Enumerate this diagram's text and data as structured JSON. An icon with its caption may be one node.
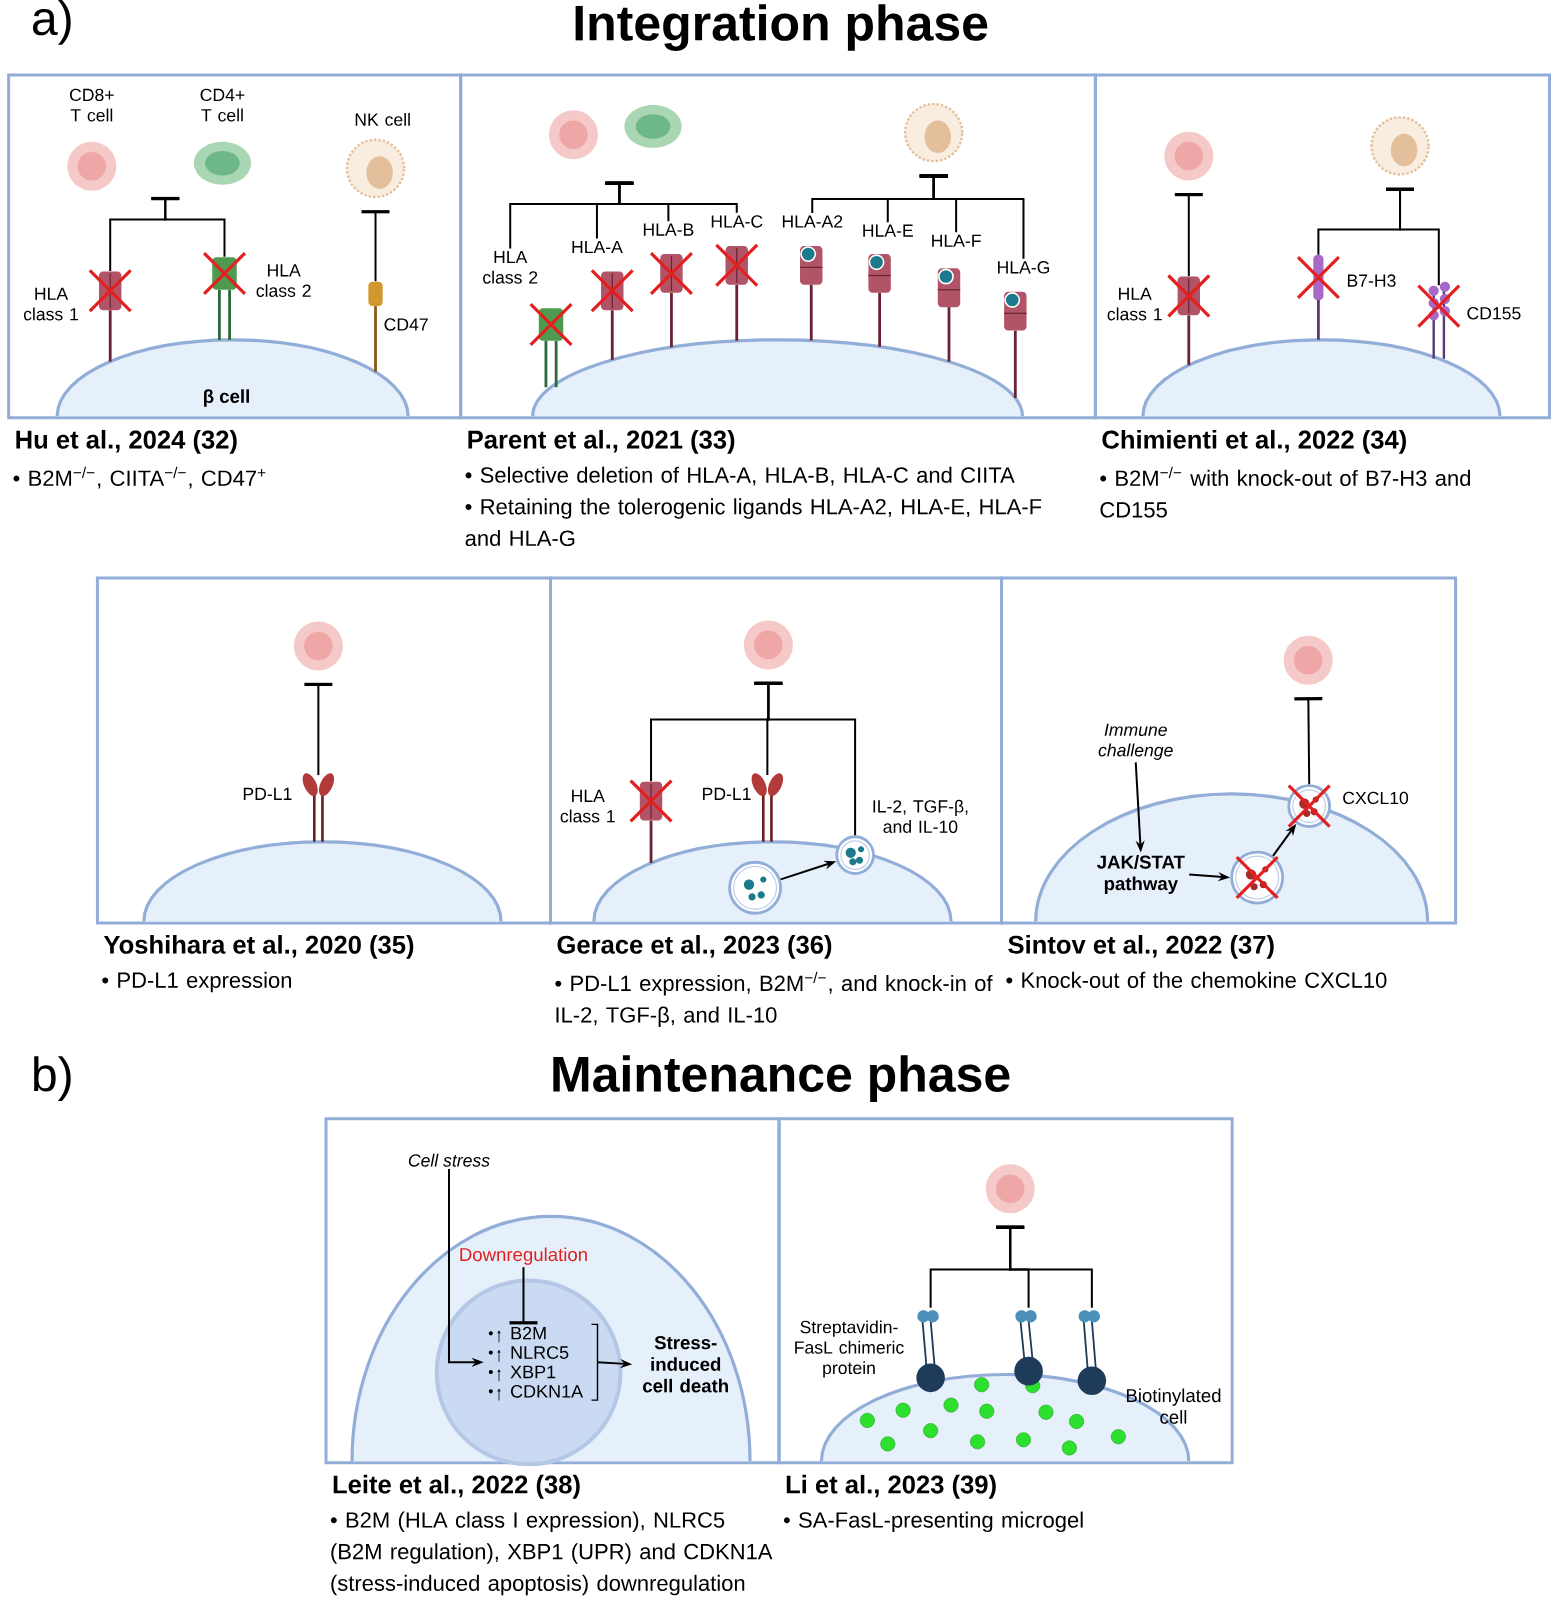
{
  "diagram": {
    "title": "Integration phase",
    "nodes": [
      {
        "text": [
          "Hu et al., 2024 (32)",
          "• B2M$^{−/−}$, CIITA$^{−/−}$, CD47$^{+}$"
        ]
      },
      {
        "text": [
          "β cell"
        ],
        "in": 0
      },
      {
        "text": [
          "CD8+ T cell"
        ],
        "in": 0
      },
      {
        "text": [
          "CD4+ T cell"
        ],
        "in": 0
      },
      {
        "text": [
          "NK cell"
        ],
        "in": 0
      },
      {
        "text": [
          "HLA class 1"
        ],
        "in": 0
      },
      {
        "text": [
          "HLA class 2"
        ],
        "in": 0
      },
      {
        "text": [
          "CD47"
        ],
        "in": 0
      },
      {
        "text": [
          "Parent et al., 2021 (33)",
          "• Selective deletion of HLA-A, HLA-B, HLA-C and CIITA",
          "• Retaining the tolerogenic ligands HLA-A2, HLA-E, HLA-F and HLA-G"
        ]
      },
      {
        "text": [],
        "shape": "dome",
        "in": 8
      },
      {
        "text": [],
        "shape": "circle",
        "in": 8
      },
      {
        "text": [],
        "shape": "circle",
        "in": 8
      },
      {
        "text": [],
        "shape": "circle",
        "in": 8
      },
      {
        "text": [
          "HLA class 2"
        ],
        "in": 8
      },
      {
        "text": [
          "HLA-A"
        ],
        "in": 8
      },
      {
        "text": [
          "HLA-B"
        ],
        "in": 8
      },
      {
        "text": [
          "HLA-C"
        ],
        "in": 8
      },
      {
        "text": [
          "HLA-A2"
        ],
        "in": 8
      },
      {
        "text": [
          "HLA-E"
        ],
        "in": 8
      },
      {
        "text": [
          "HLA-F"
        ],
        "in": 8
      },
      {
        "text": [
          "HLA-G"
        ],
        "in": 8
      },
      {
        "text": [
          "Chimienti et al., 2022 (34)",
          "• B2M$^{−/−}$ with knock-out of B7-H3 and CD155"
        ]
      },
      {
        "text": [],
        "shape": "dome",
        "in": 21
      },
      {
        "text": [],
        "shape": "circle",
        "in": 21
      },
      {
        "text": [],
        "shape": "circle",
        "in": 21
      },
      {
        "text": [
          "HLA class 1"
        ],
        "in": 21
      },
      {
        "text": [
          "B7-H3"
        ],
        "in": 21
      },
      {
        "text": [
          "CD155"
        ],
        "in": 21
      },
      {
        "text": [
          "Yoshihara et al., 2020 (35)",
          "• PD-L1 expression"
        ]
      },
      {
        "text": [],
        "shape": "dome",
        "in": 28
      },
      {
        "text": [],
        "shape": "circle",
        "in": 28
      },
      {
        "text": [
          "PD-L1"
        ],
        "in": 28
      },
      {
        "text": [
          "Gerace et al., 2023 (36)",
          "• PD-L1 expression, B2M$^{−/−}$, and knock-in of IL-2, TGF-β, and IL-10"
        ]
      },
      {
        "text": [],
        "shape": "dome",
        "in": 32
      },
      {
        "text": [],
        "shape": "circle",
        "in": 32
      },
      {
        "text": [
          "HLA class 1"
        ],
        "in": 32
      },
      {
        "text": [
          "PD-L1"
        ],
        "in": 32
      },
      {
        "text": [],
        "shape": "circle",
        "in": 33
      },
      {
        "text": [
          "IL-2, TGF-β, and IL-10"
        ],
        "in": 33
      },
      {
        "text": [
          "Sintov et al., 2022 (37)",
          "• Knock-out of the chemokine CXCL10"
        ]
      },
      {
        "text": [],
        "shape": "dome",
        "in": 39
      },
      {
        "text": [],
        "shape": "circle",
        "in": 39
      },
      {
        "text": [
          "Immune challenge"
        ],
        "in": 39
      },
      {
        "text": [
          "JAK/STAT pathway"
        ],
        "in": 40
      },
      {
        "text": [],
        "shape": "circle",
        "in": 40
      },
      {
        "text": [
          "CXCL10"
        ],
        "in": 40
      },
      {
        "text": [
          "Leite et al., 2022 (38)",
          "• B2M (HLA class I expression), NLRC5 (B2M regulation), XBP1 (UPR) and CDKN1A (stress-induced apoptosis) downregulation"
        ]
      },
      {
        "text": [],
        "shape": "dome",
        "in": 46
      },
      {
        "text": [],
        "shape": "circle",
        "in": 47
      },
      {
        "text": [
          "B2M",
          "NLRC5",
          "XBP1",
          "CDKN1A"
        ],
        "in": 48
      },
      {
        "text": [
          "Cell stress"
        ],
        "in": 46
      },
      {
        "text": [
          "Downregulation"
        ],
        "in": 47
      },
      {
        "text": [
          "Stress-induced cell death"
        ],
        "in": 47
      },
      {
        "text": [
          "Li et al., 2023 (39)",
          "• SA-FasL-presenting microgel"
        ]
      },
      {
        "text": [
          "Biotinylated cell"
        ],
        "in": 53
      },
      {
        "text": [],
        "shape": "circle",
        "in": 53
      },
      {
        "text": [],
        "shape": "picture",
        "in": 53
      },
      {
        "text": [],
        "shape": "picture",
        "in": 53
      },
      {
        "text": [],
        "shape": "picture",
        "in": 53
      }
    ],
    "edges": [
      {
        "from": 5,
        "to": null,
        "arrow": "other"
      },
      {
        "from": 6,
        "to": null,
        "arrow": "other"
      },
      {
        "from": 7,
        "to": 4,
        "arrow": "other"
      },
      {
        "from": 13,
        "to": null,
        "arrow": "other"
      },
      {
        "from": 14,
        "to": null,
        "arrow": "other"
      },
      {
        "from": 15,
        "to": null,
        "arrow": "other"
      },
      {
        "from": 16,
        "to": null,
        "arrow": "other"
      },
      {
        "from": 17,
        "to": 12,
        "arrow": "other"
      },
      {
        "from": 18,
        "to": 12,
        "arrow": "other"
      },
      {
        "from": 19,
        "to": 12,
        "arrow": "other"
      },
      {
        "from": 20,
        "to": 12,
        "arrow": "other"
      },
      {
        "from": 25,
        "to": 23,
        "arrow": "other"
      },
      {
        "from": 26,
        "to": 24,
        "arrow": "other"
      },
      {
        "from": 27,
        "to": 24,
        "arrow": "other"
      },
      {
        "from": 31,
        "to": 30,
        "arrow": "other"
      },
      {
        "from": 35,
        "to": 34,
        "arrow": "other"
      },
      {
        "from": 36,
        "to": 34,
        "arrow": "other"
      },
      {
        "from": 38,
        "to": 34,
        "arrow": "other"
      },
      {
        "from": 37,
        "to": 38,
        "arrow": "to"
      },
      {
        "from": 45,
        "to": 41,
        "arrow": "other"
      },
      {
        "from": 42,
        "to": 43,
        "arrow": "to"
      },
      {
        "from": 43,
        "to": 44,
        "arrow": "to"
      },
      {
        "from": 44,
        "to": 45,
        "arrow": "to"
      },
      {
        "from": 50,
        "to": 49,
        "arrow": "to"
      },
      {
        "from": 51,
        "to": 49,
        "arrow": "other"
      },
      {
        "from": 49,
        "to": 52,
        "arrow": "to"
      },
      {
        "from": 56,
        "to": 55,
        "arrow": "other"
      },
      {
        "from": 57,
        "to": 55,
        "arrow": "other"
      },
      {
        "from": 58,
        "to": 55,
        "arrow": "other"
      }
    ],
    "labels": [
      "a)",
      "b)",
      "Maintenance phase",
      "Streptavidin-FasL chimeric protein"
    ]
  }
}
